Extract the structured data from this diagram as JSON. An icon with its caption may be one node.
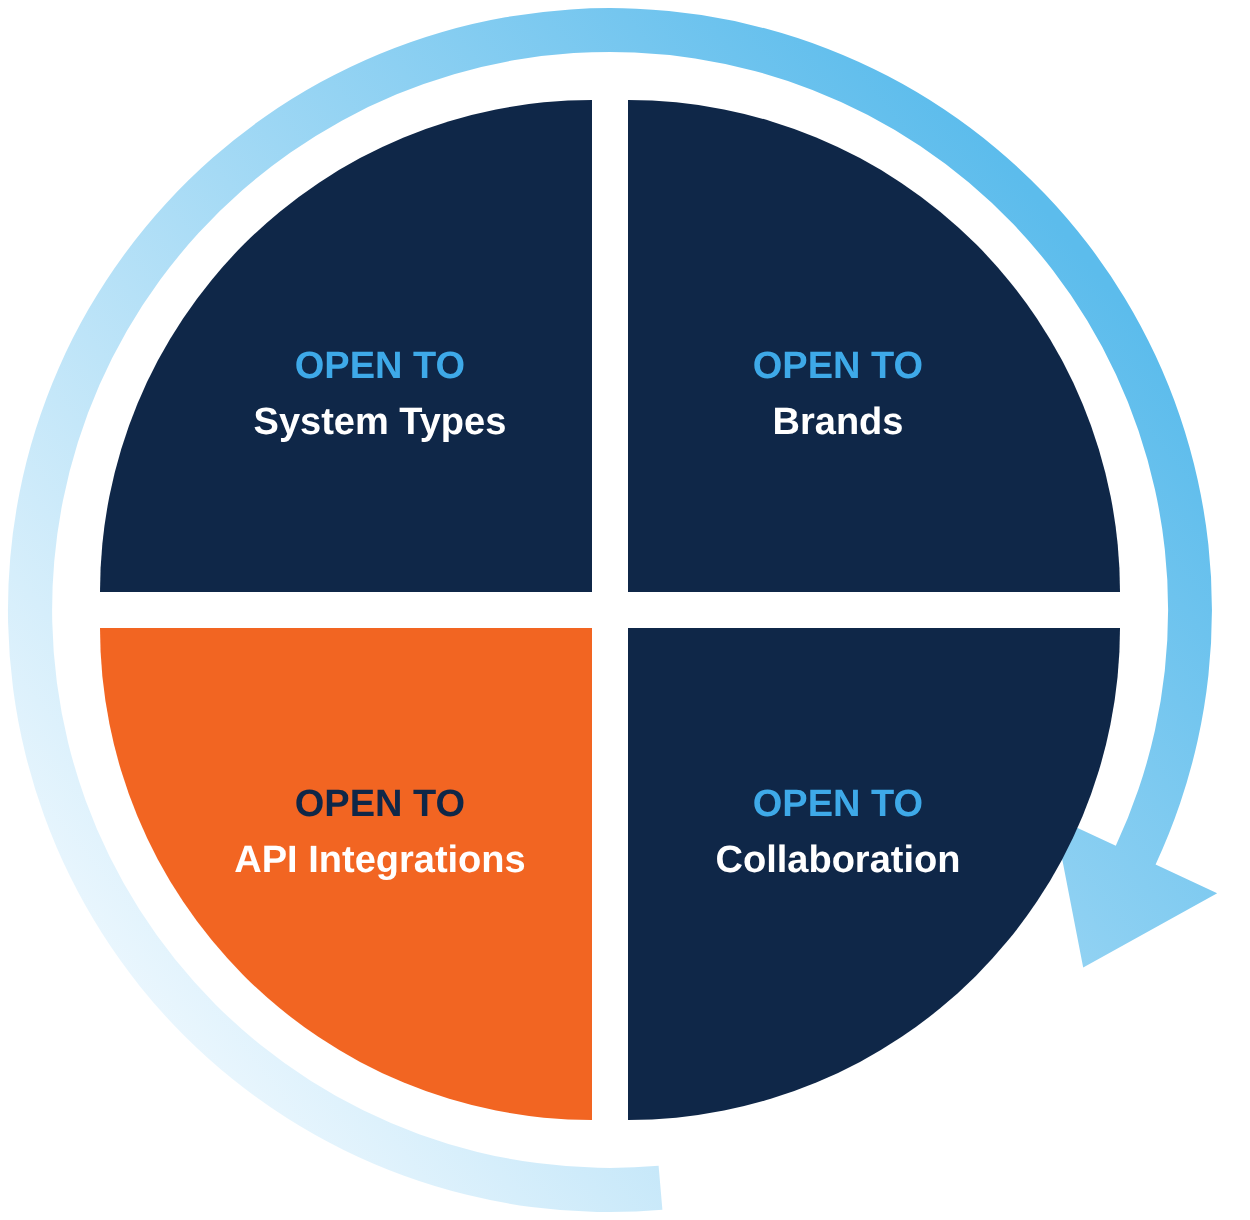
{
  "diagram": {
    "nodes": [
      {
        "text": [
          "OPEN TO",
          "System Types"
        ]
      },
      {
        "text": [
          "OPEN TO",
          "Brands"
        ]
      },
      {
        "text": [
          "OPEN TO",
          "API Integrations"
        ]
      },
      {
        "text": [
          "OPEN TO",
          "Collaboration"
        ]
      }
    ]
  }
}
